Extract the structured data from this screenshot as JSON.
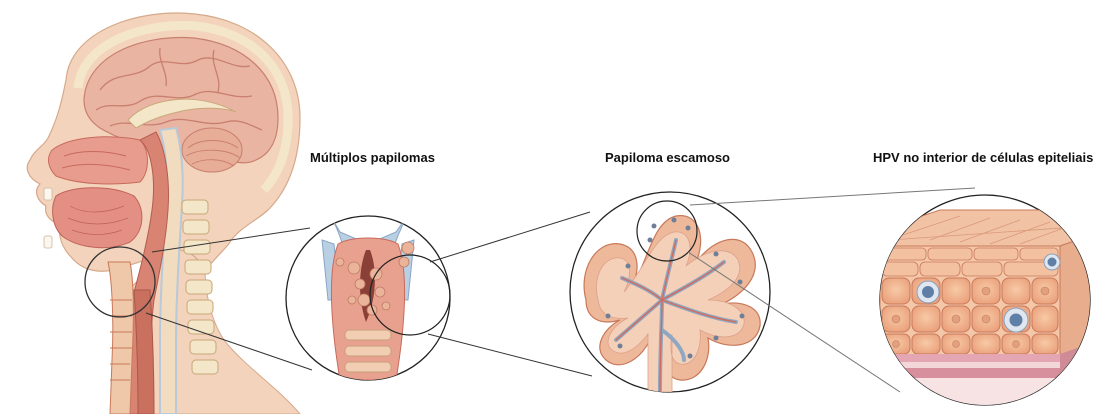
{
  "labels": {
    "panel1": "Múltiplos papilomas",
    "panel2": "Papiloma escamoso",
    "panel3": "HPV no interior de células epiteliais"
  },
  "colors": {
    "skin": "#f3d3bb",
    "skin_dark": "#e2ad8e",
    "brain": "#e9b4a2",
    "brain_fold": "#c97f6f",
    "bone": "#f4e6c8",
    "cartilage": "#b9cfe3",
    "tissue_pink": "#e59c8c",
    "tissue_deep": "#c86a5c",
    "cell_fill": "#f1b48d",
    "cell_border": "#c8795a",
    "nucleus": "#e9b08a",
    "virus_cell": "#5f7fa6",
    "basement": "#e5a6b4",
    "line": "#333333"
  }
}
